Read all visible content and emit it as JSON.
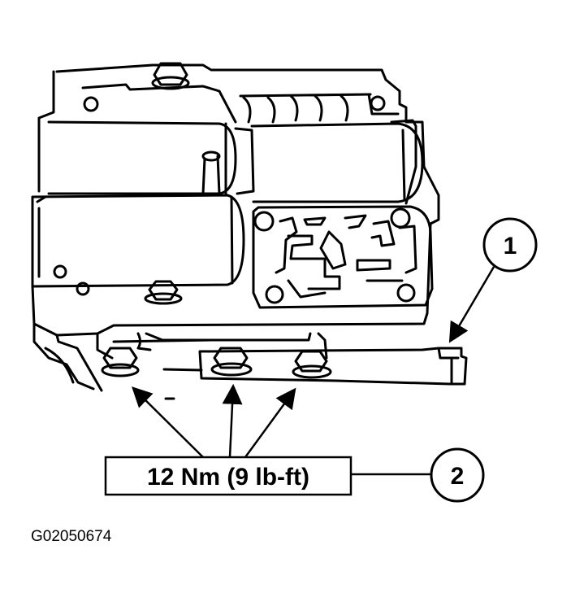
{
  "callouts": [
    {
      "label": "1"
    },
    {
      "label": "2"
    }
  ],
  "torque_spec": "12 Nm (9 lb-ft)",
  "figure_id": "G02050674",
  "colors": {
    "ink": "#000000",
    "paper": "#ffffff"
  }
}
